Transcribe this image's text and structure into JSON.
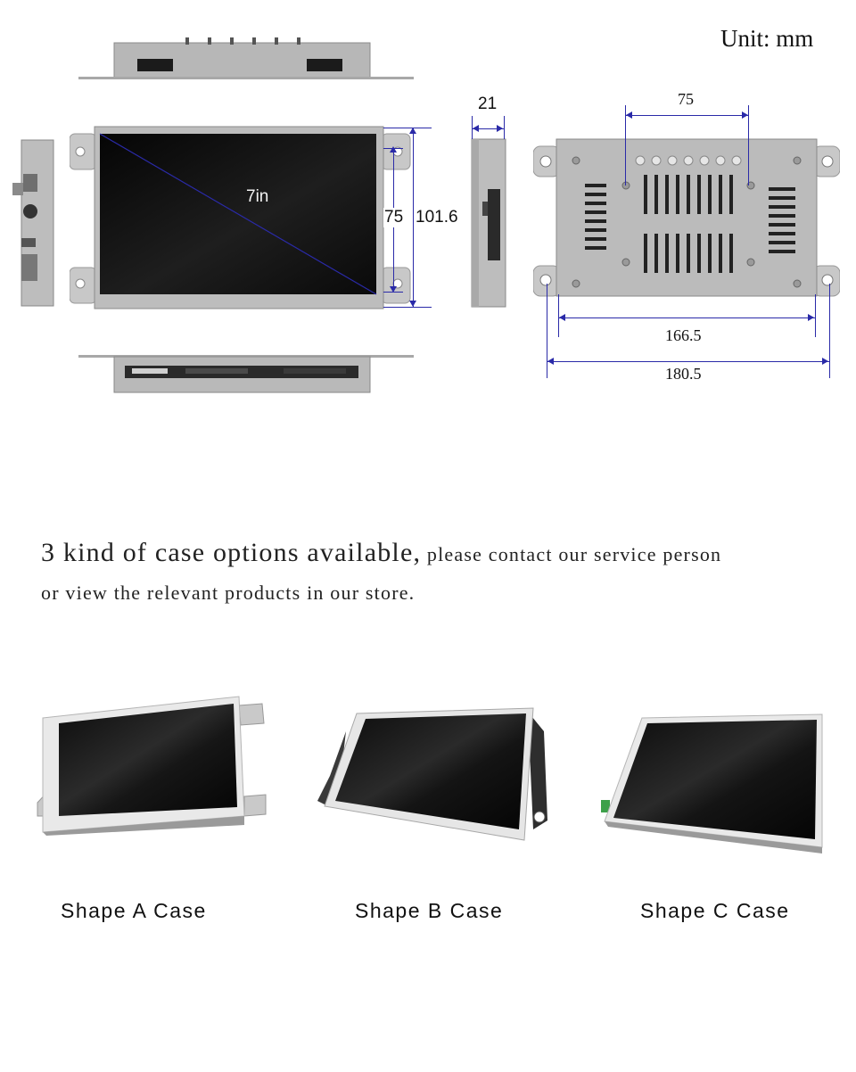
{
  "unit_label": "Unit: mm",
  "dimensions": {
    "diagonal": "7in",
    "screen_height_inner": "75",
    "screen_height_outer": "101.6",
    "depth": "21",
    "back_hole_spacing": "75",
    "back_inner_width": "166.5",
    "back_outer_width": "180.5"
  },
  "headline": {
    "big": "3 kind of case options available,",
    "small": " please contact our service person",
    "line2": "or view the relevant products in our store."
  },
  "cases": [
    {
      "label": "Shape A Case"
    },
    {
      "label": "Shape B Case"
    },
    {
      "label": "Shape C Case"
    }
  ],
  "colors": {
    "dimension_line": "#2a2aa8",
    "metal": "#b9b9b9",
    "screen": "#141414"
  }
}
